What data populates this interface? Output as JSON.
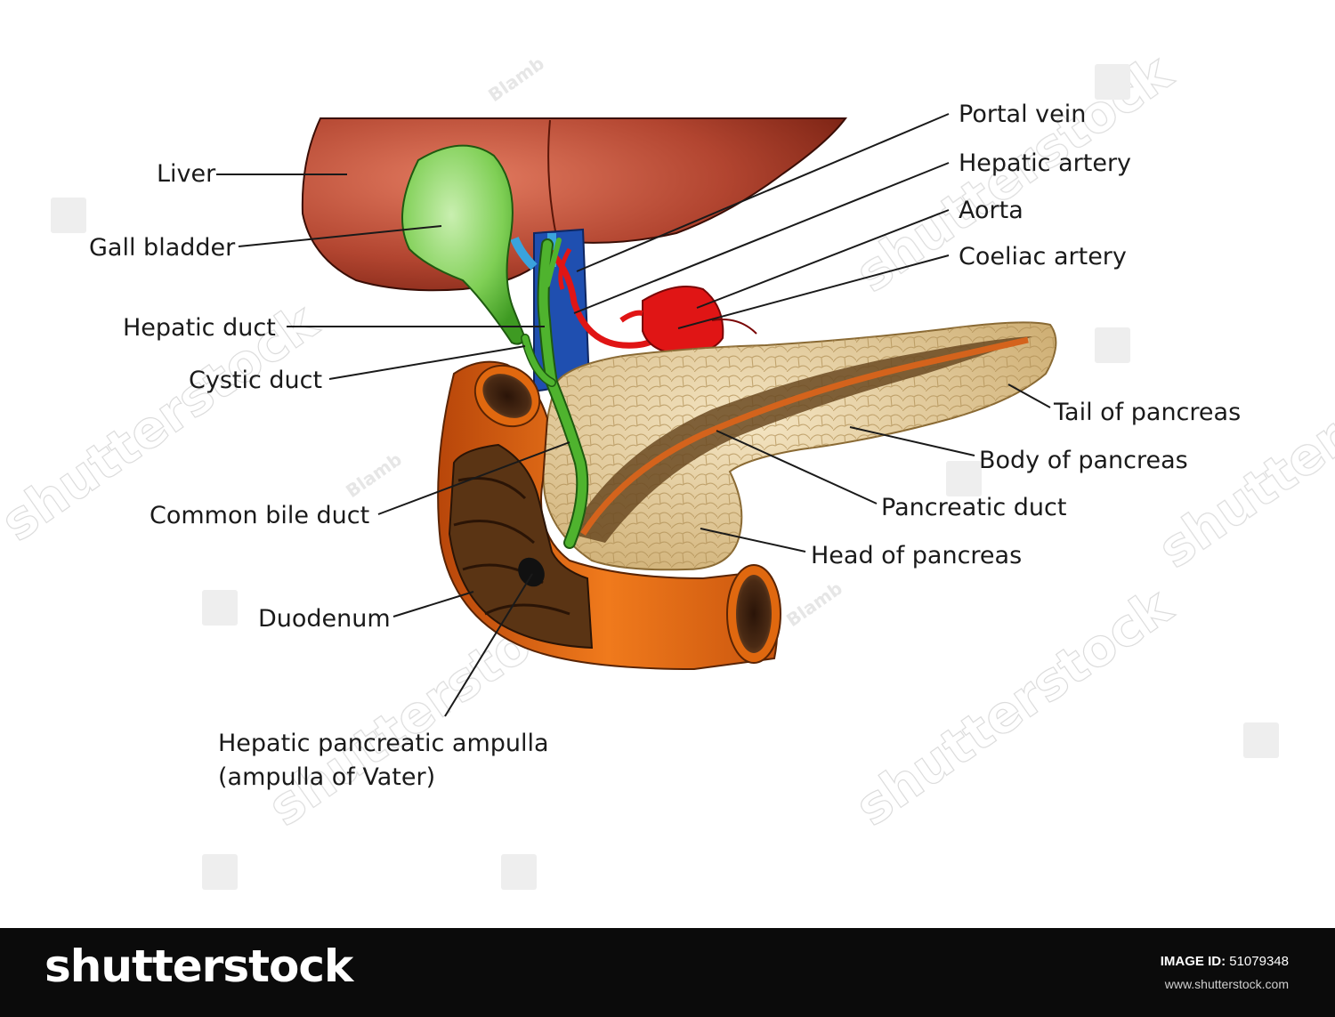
{
  "labels": {
    "liver": "Liver",
    "gall_bladder": "Gall bladder",
    "hepatic_duct": "Hepatic duct",
    "cystic_duct": "Cystic duct",
    "common_bile_duct": "Common bile duct",
    "duodenum": "Duodenum",
    "ampulla_line1": "Hepatic pancreatic ampulla",
    "ampulla_line2": "(ampulla of Vater)",
    "portal_vein": "Portal vein",
    "hepatic_artery": "Hepatic artery",
    "aorta": "Aorta",
    "coeliac_artery": "Coeliac artery",
    "tail_of_pancreas": "Tail of pancreas",
    "body_of_pancreas": "Body of pancreas",
    "pancreatic_duct": "Pancreatic duct",
    "head_of_pancreas": "Head of pancreas"
  },
  "watermark": {
    "text": "shutterstock",
    "artist": "Blamb"
  },
  "footer": {
    "brand": "shutterstock",
    "image_id_label": "IMAGE ID:",
    "image_id_value": "51079348",
    "site": "www.shutterstock.com"
  },
  "colors": {
    "liver": "#9a3020",
    "gall_bladder": "#4fb32e",
    "portal_vein": "#1f4fb0",
    "artery": "#e01515",
    "duodenum": "#e0680f",
    "pancreas": "#e8d3a2",
    "pancreatic_duct": "#c85a1a"
  }
}
